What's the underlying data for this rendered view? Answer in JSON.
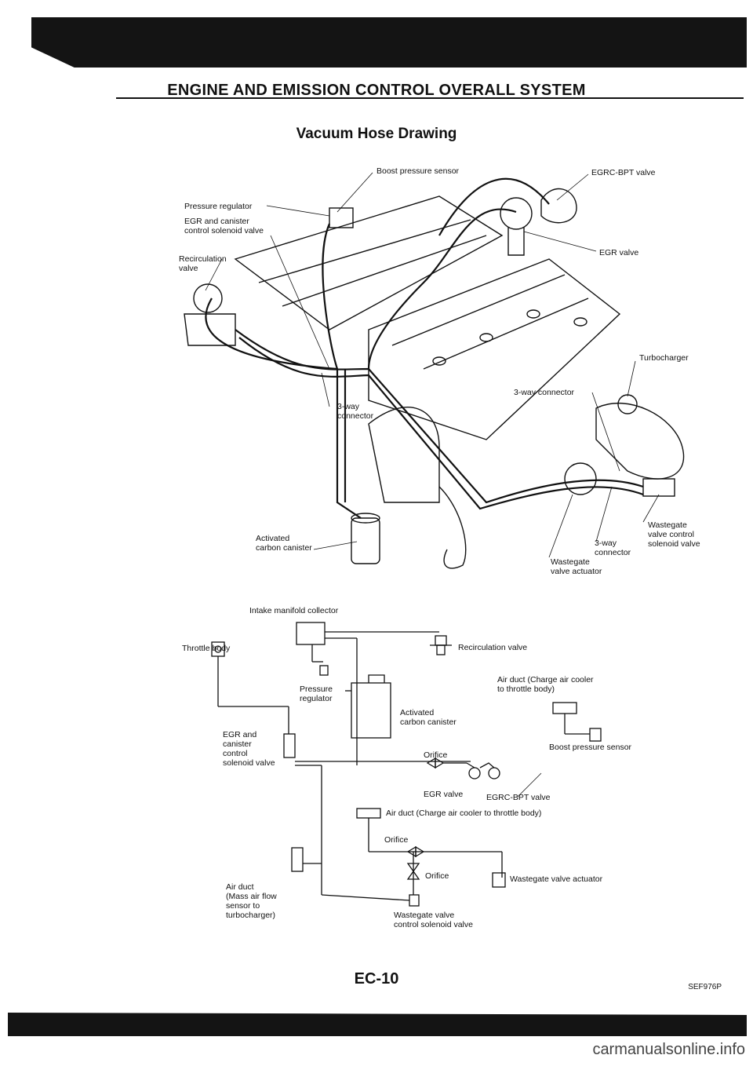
{
  "header": {
    "section_title": "ENGINE AND EMISSION CONTROL OVERALL SYSTEM",
    "drawing_title": "Vacuum Hose Drawing"
  },
  "engine_labels": {
    "boost_pressure_sensor": "Boost pressure sensor",
    "egrc_bpt_valve": "EGRC-BPT valve",
    "pressure_regulator": "Pressure regulator",
    "egr_canister_solenoid": "EGR and canister\ncontrol solenoid valve",
    "recirculation_valve": "Recirculation\nvalve",
    "egr_valve": "EGR valve",
    "turbocharger": "Turbocharger",
    "three_way_connector_right": "3-way connector",
    "three_way_connector_center": "3-way\nconnector",
    "activated_carbon_canister": "Activated\ncarbon canister",
    "wastegate_control_solenoid": "Wastegate\nvalve control\nsolenoid valve",
    "three_way_connector_lower": "3-way\nconnector",
    "wastegate_actuator": "Wastegate\nvalve actuator"
  },
  "schematic_labels": {
    "intake_manifold_collector": "Intake manifold collector",
    "throttle_body": "Throttle body",
    "recirculation_valve": "Recirculation valve",
    "air_duct_charge_top": "Air duct (Charge air cooler\nto throttle body)",
    "pressure_regulator": "Pressure\nregulator",
    "activated_carbon_canister": "Activated\ncarbon canister",
    "egr_canister_solenoid": "EGR and\ncanister\ncontrol\nsolenoid valve",
    "boost_pressure_sensor": "Boost pressure sensor",
    "orifice_1": "Orifice",
    "egr_valve": "EGR valve",
    "egrc_bpt_valve": "EGRC-BPT valve",
    "air_duct_charge_mid": "Air duct (Charge air cooler to throttle body)",
    "orifice_2": "Orifice",
    "orifice_3": "Orifice",
    "wastegate_valve_actuator": "Wastegate valve actuator",
    "air_duct_mass": "Air duct\n(Mass air flow\nsensor to\nturbocharger)",
    "wastegate_control_solenoid": "Wastegate valve\ncontrol solenoid valve"
  },
  "footer": {
    "page_number": "EC-10",
    "figure_code": "SEF976P",
    "watermark": "carmanualsonline.info"
  }
}
